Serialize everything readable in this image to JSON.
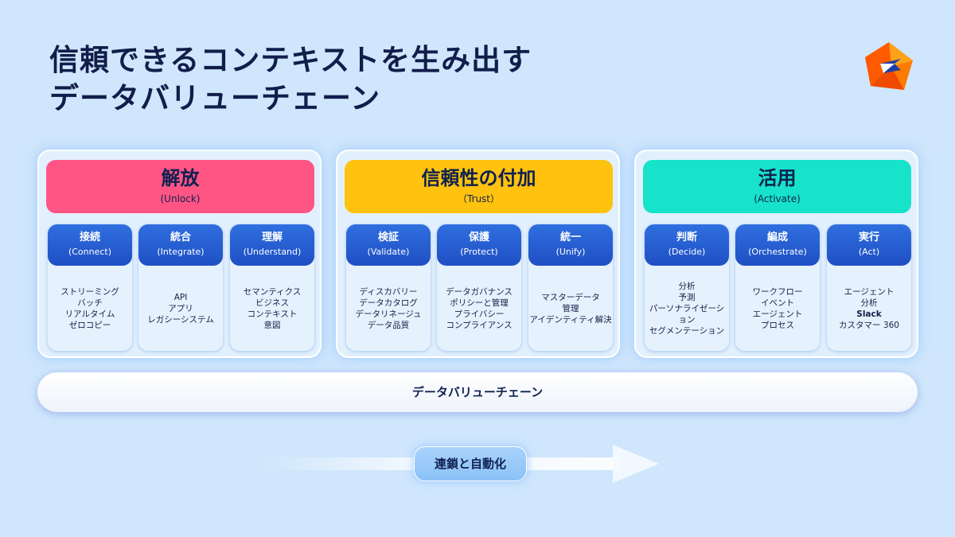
{
  "title": {
    "line1": "信頼できるコンテキストを生み出す",
    "line2": "データバリューチェーン"
  },
  "logo": {
    "icon": "informatica-logo-icon",
    "colors": [
      "#ff4b00",
      "#ff8a00",
      "#1f3fa8"
    ]
  },
  "stages": [
    {
      "title": "解放",
      "subtitle": "(Unlock)",
      "color": "#ff5584",
      "cards": [
        {
          "name": "接続",
          "en": "(Connect)",
          "items": [
            "ストリーミング",
            "バッチ",
            "リアルタイム",
            "ゼロコピー"
          ]
        },
        {
          "name": "統合",
          "en": "(Integrate)",
          "items": [
            "API",
            "アプリ",
            "レガシーシステム"
          ]
        },
        {
          "name": "理解",
          "en": "(Understand)",
          "items": [
            "セマンティクス",
            "ビジネス",
            "コンテキスト",
            "意図"
          ]
        }
      ]
    },
    {
      "title": "信頼性の付加",
      "subtitle": "（Trust）",
      "color": "#ffc20e",
      "cards": [
        {
          "name": "検証",
          "en": "(Validate)",
          "items": [
            "ディスカバリー",
            "データカタログ",
            "データリネージュ",
            "データ品質"
          ]
        },
        {
          "name": "保護",
          "en": "(Protect)",
          "items": [
            "データガバナンス",
            "ポリシーと管理",
            "プライバシー",
            "コンプライアンス"
          ]
        },
        {
          "name": "統一",
          "en": "(Unify)",
          "items": [
            "マスターデータ",
            "管理",
            "アイデンティティ解決"
          ]
        }
      ]
    },
    {
      "title": "活用",
      "subtitle": "(Activate)",
      "color": "#16e3c9",
      "cards": [
        {
          "name": "判断",
          "en": "(Decide)",
          "items": [
            "分析",
            "予測",
            "パーソナライゼーシ",
            "ョン",
            "セグメンテーション"
          ]
        },
        {
          "name": "編成",
          "en": "(Orchestrate)",
          "items": [
            "ワークフロー",
            "イベント",
            "エージェント",
            "プロセス"
          ]
        },
        {
          "name": "実行",
          "en": "(Act)",
          "items": [
            "エージェント",
            "分析",
            "Slack",
            "カスタマー 360"
          ]
        }
      ]
    }
  ],
  "value_chain_bar": {
    "label": "データバリューチェーン"
  },
  "flow_arrow": {
    "label": "連鎖と自動化"
  }
}
